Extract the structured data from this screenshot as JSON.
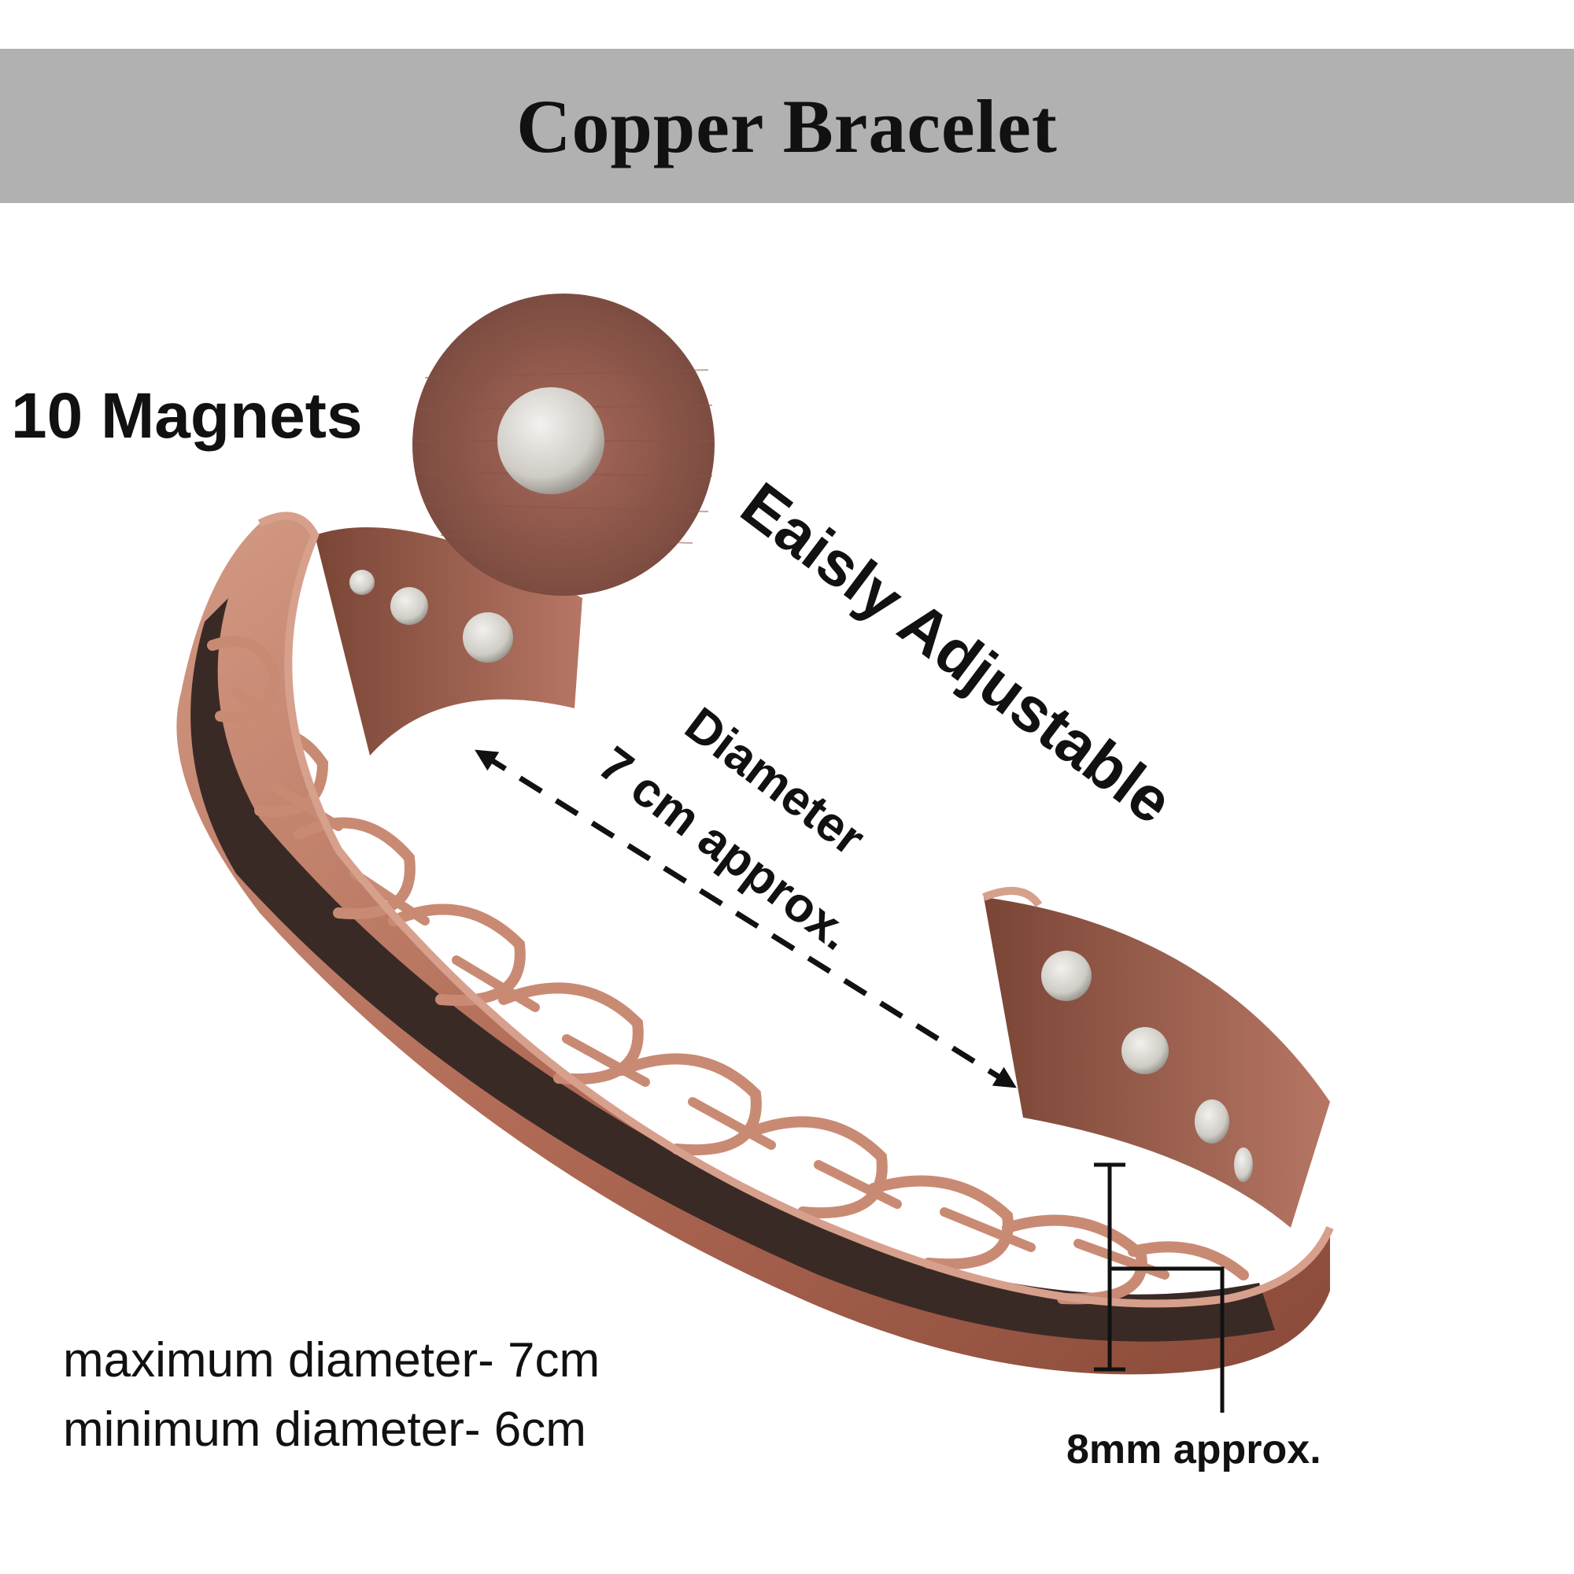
{
  "header": {
    "title": "Copper Bracelet"
  },
  "callouts": {
    "magnets": "10 Magnets",
    "adjustable": "Eaisly Adjustable",
    "diameter_title": "Diameter",
    "diameter_value": "7 cm approx.",
    "width": "8mm approx."
  },
  "specs": [
    "maximum diameter- 7cm",
    "minimum diameter- 6cm"
  ],
  "colors": {
    "header_band": "#b1b1b1",
    "copper_light": "#c98a74",
    "copper_mid": "#a9604b",
    "copper_dark": "#6e3a2c",
    "pattern_dark": "#3a2a26",
    "magnet": "#d8d6d2"
  }
}
